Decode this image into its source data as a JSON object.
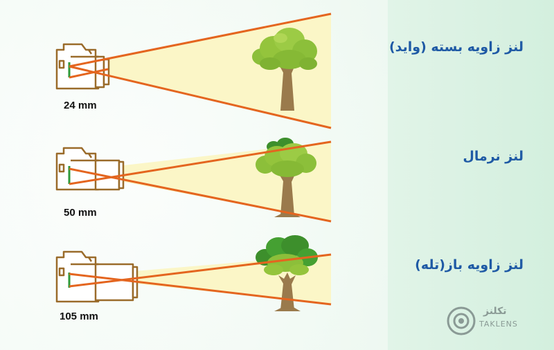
{
  "lenses": [
    {
      "label": "لنز زاویه بسته (واید)",
      "focal": "24 mm"
    },
    {
      "label": "لنز نرمال",
      "focal": "50 mm"
    },
    {
      "label": "لنز زاویه باز(تله)",
      "focal": "105 mm"
    }
  ],
  "logo": {
    "text_fa": "تکلنز",
    "text_en": "TAKLENS"
  },
  "colors": {
    "ray": "#e4651f",
    "cone": "#fbf6c7",
    "camera": "#9a6b2a",
    "sensor": "#2e9a3a",
    "label": "#1f5aa5"
  }
}
